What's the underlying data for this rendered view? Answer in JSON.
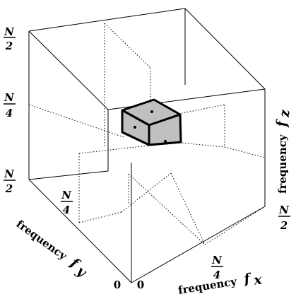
{
  "figure": {
    "axes": {
      "x": {
        "word": "frequency",
        "symbol": "f",
        "subscript": "x"
      },
      "y": {
        "word": "frequency",
        "symbol": "f",
        "subscript": "y"
      },
      "z": {
        "word": "frequency",
        "symbol": "f",
        "subscript": "z"
      }
    },
    "ticks": {
      "numerator": "N",
      "half_denominator": "2",
      "quarter_denominator": "4",
      "zero": "0"
    },
    "colors": {
      "lines": "#000000",
      "dotted_guides": "#000000",
      "cube_face": "#c0c0c0"
    }
  }
}
